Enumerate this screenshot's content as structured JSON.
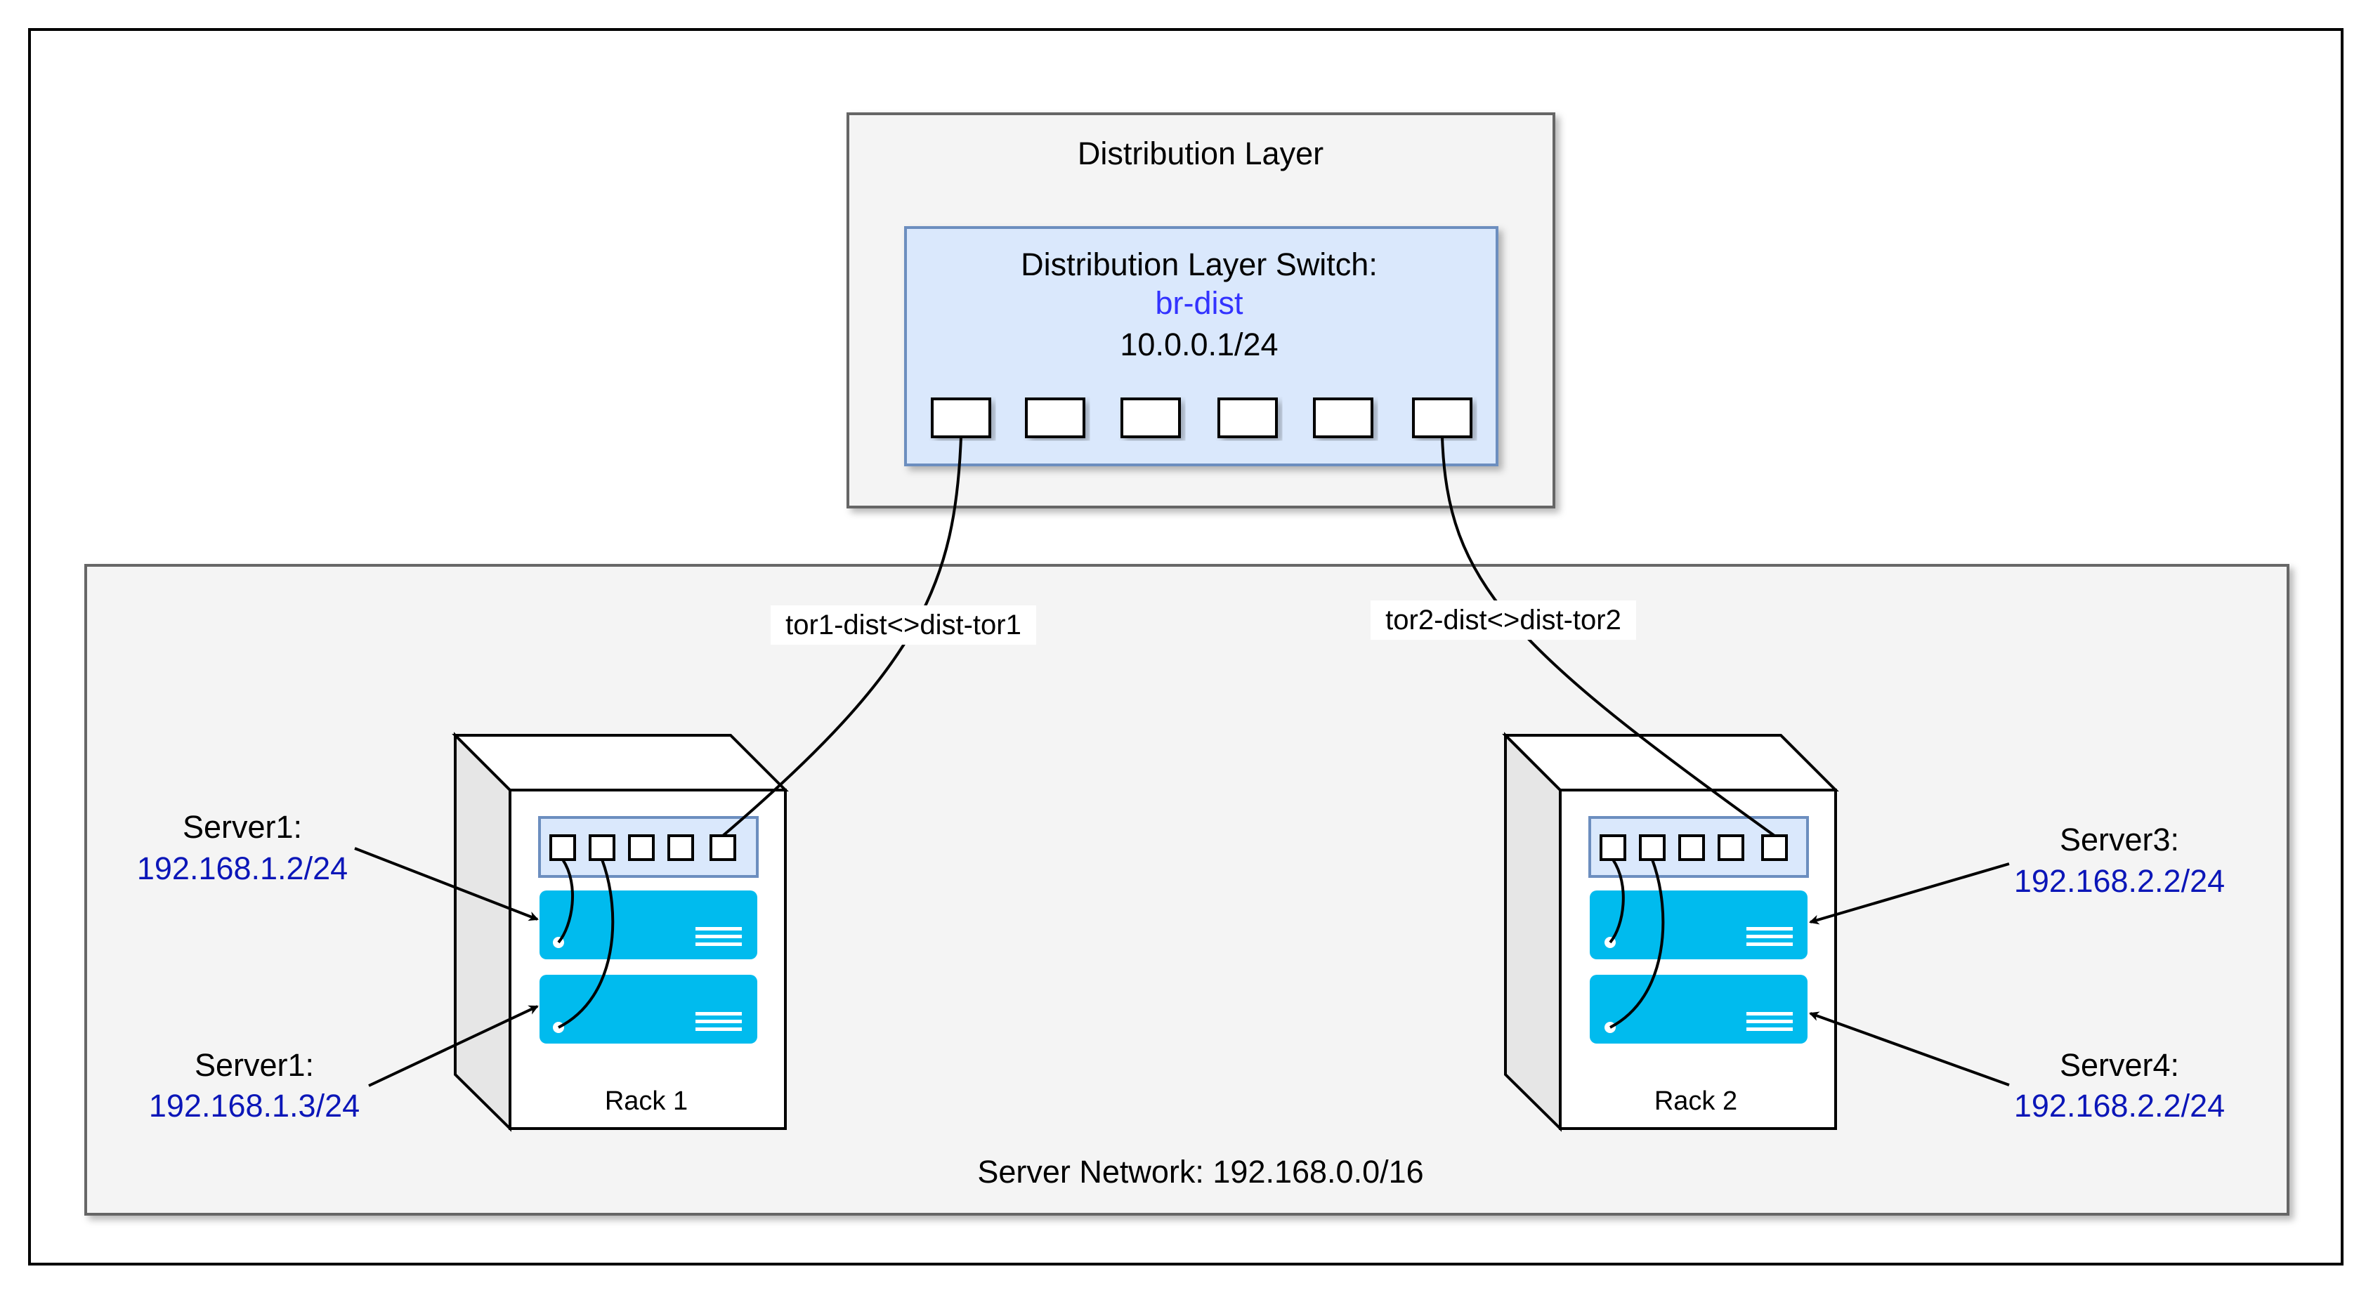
{
  "distribution": {
    "title": "Distribution Layer",
    "switch_title": "Distribution Layer Switch:",
    "switch_name": "br-dist",
    "switch_ip": "10.0.0.1/24"
  },
  "links": {
    "tor1": "tor1-dist<>dist-tor1",
    "tor2": "tor2-dist<>dist-tor2"
  },
  "server_network": {
    "label": "Server Network: 192.168.0.0/16"
  },
  "racks": [
    {
      "label": "Rack 1"
    },
    {
      "label": "Rack 2"
    }
  ],
  "servers": [
    {
      "name": "Server1:",
      "ip": "192.168.1.2/24"
    },
    {
      "name": "Server1:",
      "ip": "192.168.1.3/24"
    },
    {
      "name": "Server3:",
      "ip": "192.168.2.2/24"
    },
    {
      "name": "Server4:",
      "ip": "192.168.2.2/24"
    }
  ],
  "colors": {
    "ip_text": "#0b16b8",
    "switch_name": "#3333ff",
    "server_unit": "#00bbee",
    "switch_fill": "#dae8fc",
    "switch_stroke": "#6c8ebf",
    "container_fill": "#f4f4f4"
  }
}
